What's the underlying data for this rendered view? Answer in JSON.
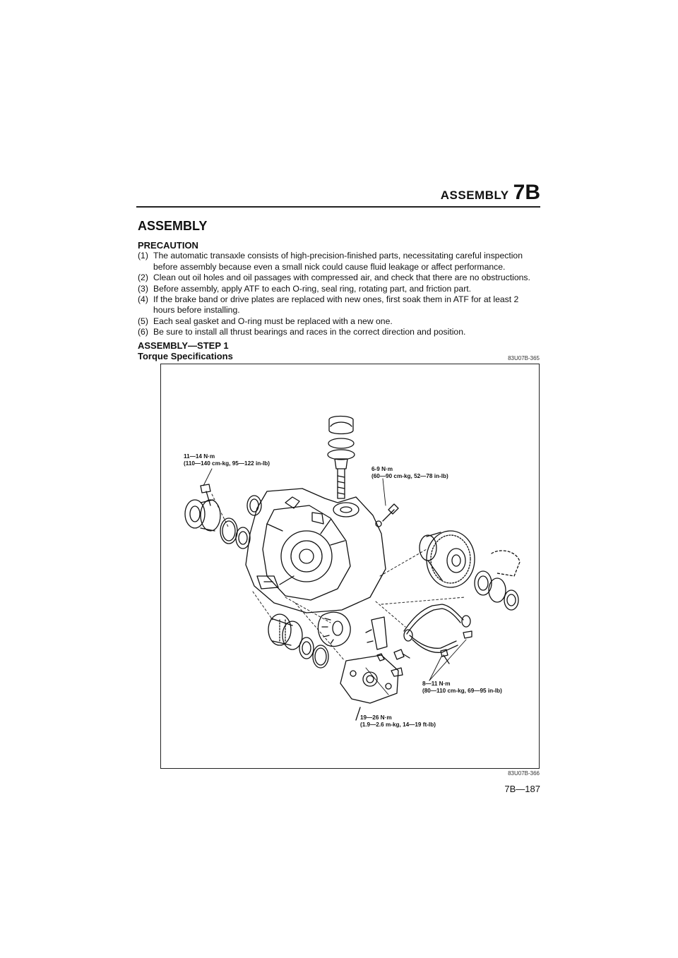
{
  "header": {
    "word": "ASSEMBLY",
    "chapter": "7B"
  },
  "title": "ASSEMBLY",
  "precaution": {
    "heading": "PRECAUTION",
    "items": [
      {
        "num": "(1)",
        "text": "The automatic transaxle consists of high-precision-finished parts, necessitating careful inspection before assembly because even a small nick could cause fluid leakage or affect performance."
      },
      {
        "num": "(2)",
        "text": "Clean out oil holes and oil passages with compressed air, and check that there are no obstructions."
      },
      {
        "num": "(3)",
        "text": "Before assembly, apply ATF to each O-ring, seal ring, rotating part, and friction part."
      },
      {
        "num": "(4)",
        "text": "If the brake band or drive plates are replaced with new ones, first soak them in ATF for at least 2 hours before installing."
      },
      {
        "num": "(5)",
        "text": "Each seal gasket and O-ring must be replaced with a new one."
      },
      {
        "num": "(6)",
        "text": "Be sure to install all thrust bearings and races in the correct direction and position."
      }
    ]
  },
  "step": {
    "title": "ASSEMBLY—STEP 1",
    "subtitle": "Torque Specifications"
  },
  "figure": {
    "id_top": "83U07B-365",
    "id_bottom": "83U07B-366",
    "labels": [
      {
        "line1": "11—14 N·m",
        "line2": "(110—140 cm-kg, 95—122 in-lb)"
      },
      {
        "line1": "6-9 N·m",
        "line2": "(60—90 cm-kg, 52—78 in-lb)"
      },
      {
        "line1": "8—11 N·m",
        "line2": "(80—110 cm-kg, 69—95 in-lb)"
      },
      {
        "line1": "19—26 N·m",
        "line2": "(1.9—2.6 m-kg, 14—19 ft-lb)"
      }
    ]
  },
  "page_number": "7B—187"
}
